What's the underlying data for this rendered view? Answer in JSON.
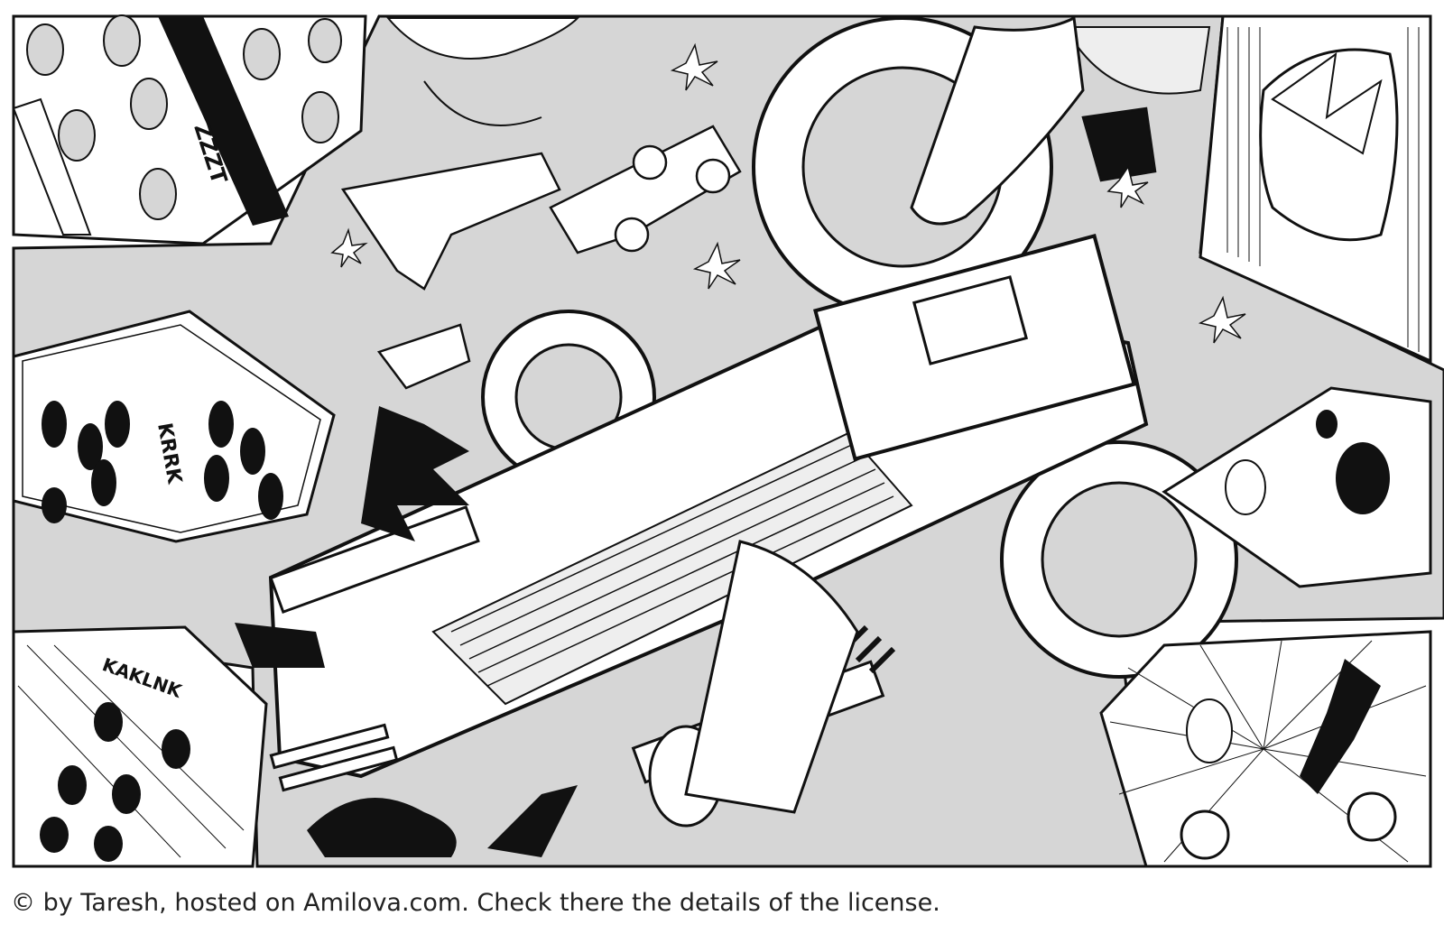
{
  "page": {
    "background_color": "#ffffff",
    "panel_tone_color": "#d6d6d6",
    "ink_color": "#111111"
  },
  "comic": {
    "sound_effects": {
      "top_left_panel": "ZZZT",
      "left_corridor_panel": "KRRK",
      "bottom_left_panel": "KAKLNK"
    }
  },
  "license": {
    "text": "© by Taresh, hosted on Amilova.com. Check there the details of the license."
  }
}
